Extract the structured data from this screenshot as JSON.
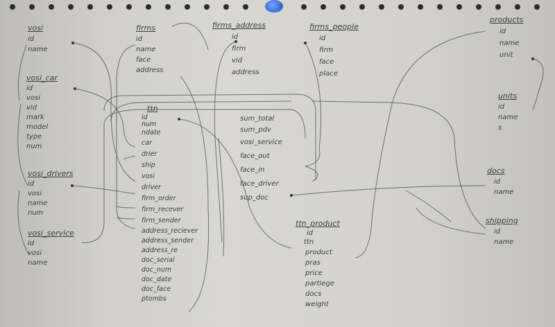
{
  "entities": {
    "vosi": {
      "title": "vosi",
      "fields": [
        "id",
        "name"
      ]
    },
    "vosi_car": {
      "title": "vosi_car",
      "fields": [
        "id",
        "vosi",
        "vid",
        "mark",
        "model",
        "type",
        "num"
      ]
    },
    "vosi_drivers": {
      "title": "vosi_drivers",
      "fields": [
        "id",
        "vosi",
        "name",
        "num"
      ]
    },
    "vosi_service": {
      "title": "vosi_service",
      "fields": [
        "id",
        "vosi",
        "name"
      ]
    },
    "firms": {
      "title": "firms",
      "fields": [
        "id",
        "name",
        "face",
        "address"
      ]
    },
    "firms_address": {
      "title": "firms_address",
      "fields": [
        "id",
        "firm",
        "vid",
        "address"
      ]
    },
    "firms_people": {
      "title": "firms_people",
      "fields": [
        "id",
        "firm",
        "face",
        "place"
      ]
    },
    "products": {
      "title": "products",
      "fields": [
        "id",
        "name",
        "unit"
      ]
    },
    "units": {
      "title": "units",
      "fields": [
        "id",
        "name",
        "s"
      ]
    },
    "ttn": {
      "title": "ttn",
      "fields": [
        "id",
        "num",
        "ndate",
        "car",
        "drier",
        "ship",
        "vosi",
        "driver",
        "firm_order",
        "firm_recever",
        "firm_sender",
        "address_reciever",
        "address_sender",
        "address_re",
        "doc_serial",
        "doc_num",
        "doc_date",
        "doc_face",
        "ptombs"
      ]
    },
    "ttn_summary": {
      "fields": [
        "sum_total",
        "sum_pdv",
        "vosi_service",
        "face_out",
        "face_in",
        "face_driver",
        "sup_doc"
      ]
    },
    "docs": {
      "title": "docs",
      "fields": [
        "id",
        "name"
      ]
    },
    "shipping": {
      "title": "shipping",
      "fields": [
        "id",
        "name"
      ]
    },
    "ttn_product": {
      "title": "ttn_product",
      "fields": [
        "id",
        "ttn",
        "product",
        "pras",
        "price",
        "partiege",
        "docs",
        "weight"
      ]
    }
  }
}
